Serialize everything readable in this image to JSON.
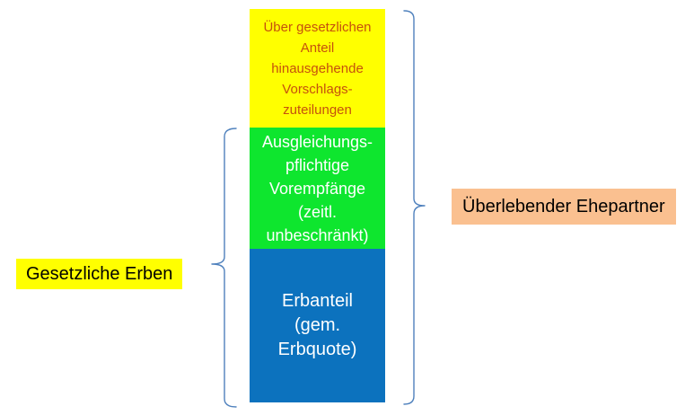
{
  "diagram": {
    "stack": {
      "segments": [
        {
          "name": "vorschlagszuteilungen-block",
          "text": "Über gesetzlichen\nAnteil\nhinausgehende\nVorschlags-\nzuteilungen",
          "fill_color": "#FFFF00",
          "text_color": "#C5510D"
        },
        {
          "name": "vorempfaenge-block",
          "text": "Ausgleichungs-\npflichtige\nVorempfänge\n(zeitl.\nunbeschränkt)",
          "fill_color": "#0EE62E",
          "text_color": "#FFFFFF"
        },
        {
          "name": "erbanteil-block",
          "text": "Erbanteil\n(gem.\nErbquote)",
          "fill_color": "#0C72BE",
          "text_color": "#FFFFFF"
        }
      ]
    },
    "labels": {
      "left": {
        "text": "Gesetzliche Erben",
        "bg_color": "#FFFF00",
        "text_color": "#000000"
      },
      "right": {
        "text": "Überlebender Ehepartner",
        "bg_color": "#FAC090",
        "text_color": "#000000"
      }
    },
    "braces": {
      "color": "#4F81BD",
      "left_brace_spans": "green and blue segments",
      "right_brace_spans": "all three segments"
    }
  }
}
